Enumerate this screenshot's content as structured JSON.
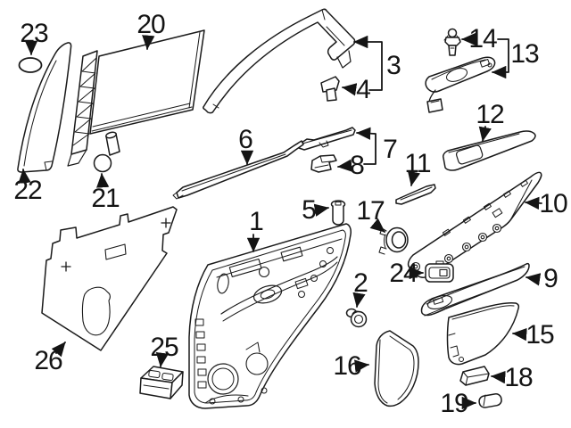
{
  "diagram": {
    "type": "exploded-parts-diagram",
    "subject": "rear-door-interior-trim",
    "callouts": {
      "1": "1",
      "2": "2",
      "3": "3",
      "4": "4",
      "5": "5",
      "6": "6",
      "7": "7",
      "8": "8",
      "9": "9",
      "10": "10",
      "11": "11",
      "12": "12",
      "13": "13",
      "14": "14",
      "15": "15",
      "16": "16",
      "17": "17",
      "18": "18",
      "19": "19",
      "20": "20",
      "21": "21",
      "22": "22",
      "23": "23",
      "24": "24",
      "25": "25",
      "26": "26"
    },
    "callout_count": 26
  },
  "colors": {
    "background": "#ffffff",
    "line": "#1a1a1a",
    "label_text": "#141414"
  }
}
